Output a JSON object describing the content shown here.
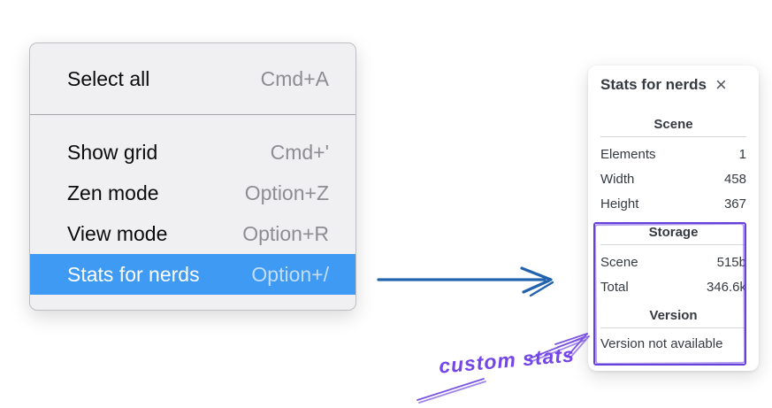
{
  "menu": {
    "groups": [
      {
        "items": [
          {
            "label": "Select all",
            "shortcut": "Cmd+A"
          }
        ]
      },
      {
        "items": [
          {
            "label": "Show grid",
            "shortcut": "Cmd+'"
          },
          {
            "label": "Zen mode",
            "shortcut": "Option+Z"
          },
          {
            "label": "View mode",
            "shortcut": "Option+R"
          },
          {
            "label": "Stats for nerds",
            "shortcut": "Option+/",
            "highlighted": true
          }
        ]
      }
    ]
  },
  "stats_panel": {
    "title": "Stats for nerds",
    "close_icon": "×",
    "scene": {
      "header": "Scene",
      "rows": [
        {
          "label": "Elements",
          "value": "1"
        },
        {
          "label": "Width",
          "value": "458"
        },
        {
          "label": "Height",
          "value": "367"
        }
      ]
    },
    "storage": {
      "header": "Storage",
      "rows": [
        {
          "label": "Scene",
          "value": "515b"
        },
        {
          "label": "Total",
          "value": "346.6k"
        }
      ]
    },
    "version": {
      "header": "Version",
      "note": "Version not available"
    }
  },
  "annotation": {
    "label": "custom stats"
  },
  "colors": {
    "menu_highlight": "#3e9af2",
    "arrow_blue": "#2263ae",
    "annotation_purple": "#7a53e0",
    "rect_purple": "#6741d9"
  }
}
